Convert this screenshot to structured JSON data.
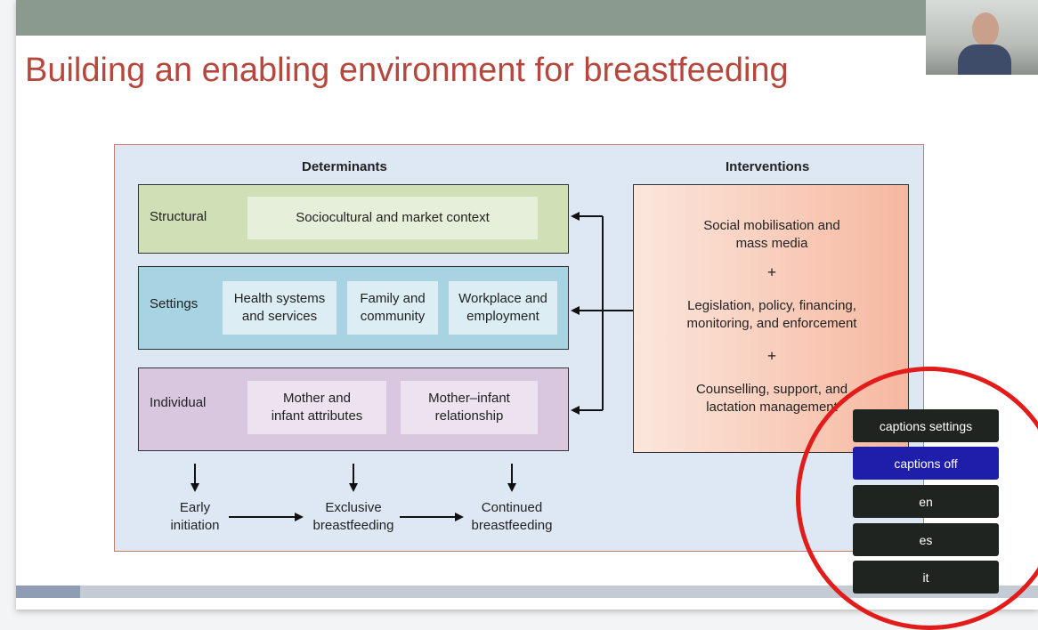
{
  "slide": {
    "title": "Building an enabling environment for breastfeeding"
  },
  "figure": {
    "determinants_header": "Determinants",
    "interventions_header": "Interventions",
    "rows": {
      "structural": {
        "label": "Structural",
        "items": [
          "Sociocultural and market context"
        ]
      },
      "settings": {
        "label": "Settings",
        "items": [
          "Health systems\nand services",
          "Family and\ncommunity",
          "Workplace and\nemployment"
        ]
      },
      "individual": {
        "label": "Individual",
        "items": [
          "Mother and\ninfant attributes",
          "Mother–infant\nrelationship"
        ]
      }
    },
    "interventions": [
      "Social mobilisation and\nmass media",
      "Legislation, policy, financing,\nmonitoring, and enforcement",
      "Counselling, support, and\nlactation management"
    ],
    "plus": "+",
    "outcomes": [
      "Early\ninitiation",
      "Exclusive\nbreastfeeding",
      "Continued\nbreastfeeding"
    ],
    "colors": {
      "structural": "#cfe0b6",
      "settings": "#a7d3e3",
      "individual": "#d9c7e0",
      "background": "#dde8f4",
      "border": "#c77b6b"
    }
  },
  "captions_menu": {
    "items": [
      "captions settings",
      "captions off",
      "en",
      "es",
      "it"
    ],
    "selected": "captions off",
    "highlight_color": "#e21b1b"
  },
  "webcam": {
    "icon": "presenter-video-thumbnail"
  }
}
